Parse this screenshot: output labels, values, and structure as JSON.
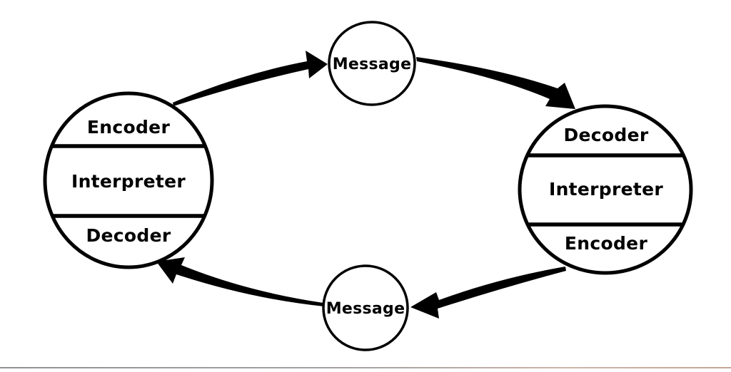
{
  "diagram": {
    "type": "cycle-diagram",
    "left_node": {
      "sections": [
        "Encoder",
        "Interpreter",
        "Decoder"
      ]
    },
    "right_node": {
      "sections": [
        "Decoder",
        "Interpreter",
        "Encoder"
      ]
    },
    "top_node": {
      "label": "Message"
    },
    "bottom_node": {
      "label": "Message"
    },
    "arrows": [
      {
        "from": "left-node",
        "to": "top-message-node"
      },
      {
        "from": "top-message-node",
        "to": "right-node"
      },
      {
        "from": "right-node",
        "to": "bottom-message-node"
      },
      {
        "from": "bottom-message-node",
        "to": "left-node"
      }
    ],
    "colors": {
      "ink": "#000000",
      "background": "#ffffff",
      "scan_line_left": "#8d8d8d",
      "scan_line_right": "#c7a79b"
    }
  }
}
